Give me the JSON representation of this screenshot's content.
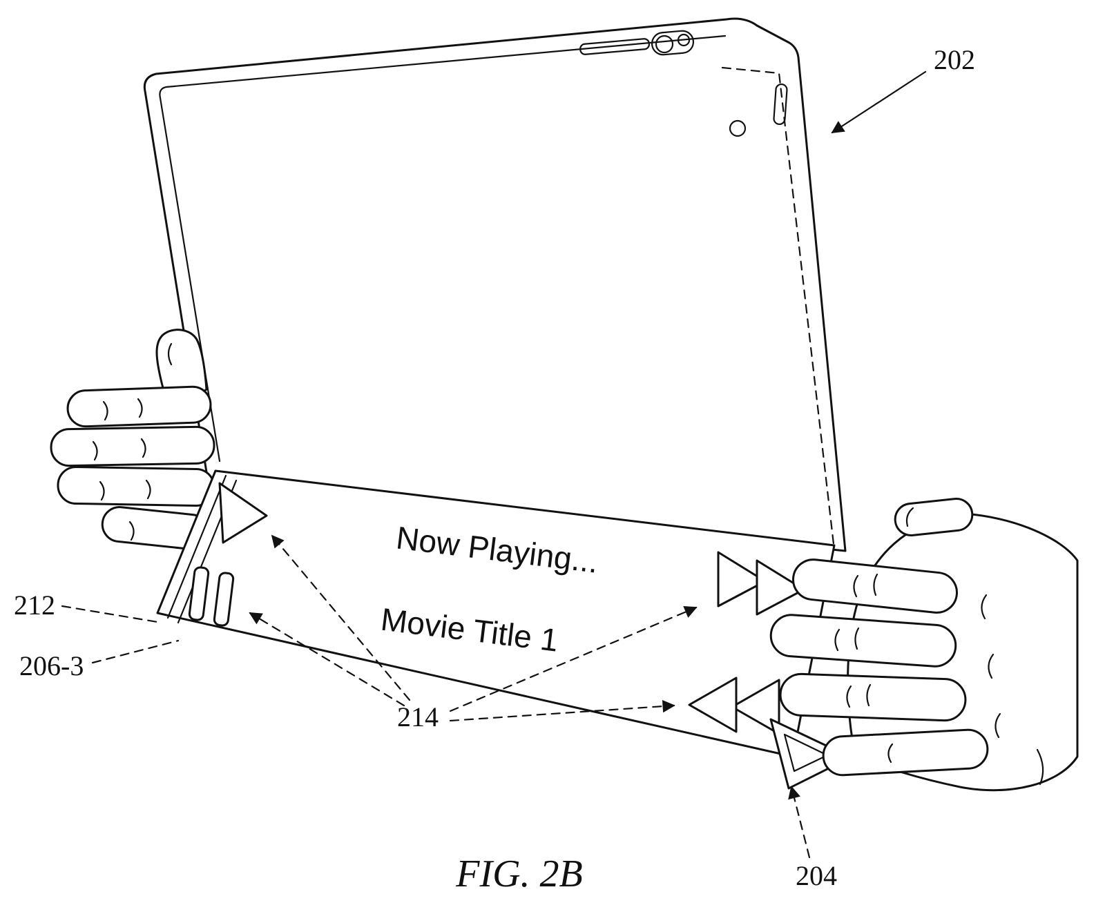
{
  "figure": {
    "caption": "FIG. 2B",
    "screen": {
      "line1": "Now Playing...",
      "line2": "Movie Title 1"
    },
    "labels": {
      "tablet": "202",
      "cover_spine": "212",
      "cover_segment": "206-3",
      "media_controls": "214",
      "cover_fold": "204"
    }
  },
  "icons": {
    "play": "play-icon",
    "pause": "pause-icon",
    "fast_forward": "fast-forward-icon",
    "rewind": "rewind-icon",
    "camera": "rear-camera-icon",
    "speaker_slot": "speaker-slot-icon",
    "flash": "flash-pill-icon",
    "mic_hole": "microphone-hole-icon"
  },
  "colors": {
    "ink": "#111111",
    "paper": "#ffffff"
  }
}
